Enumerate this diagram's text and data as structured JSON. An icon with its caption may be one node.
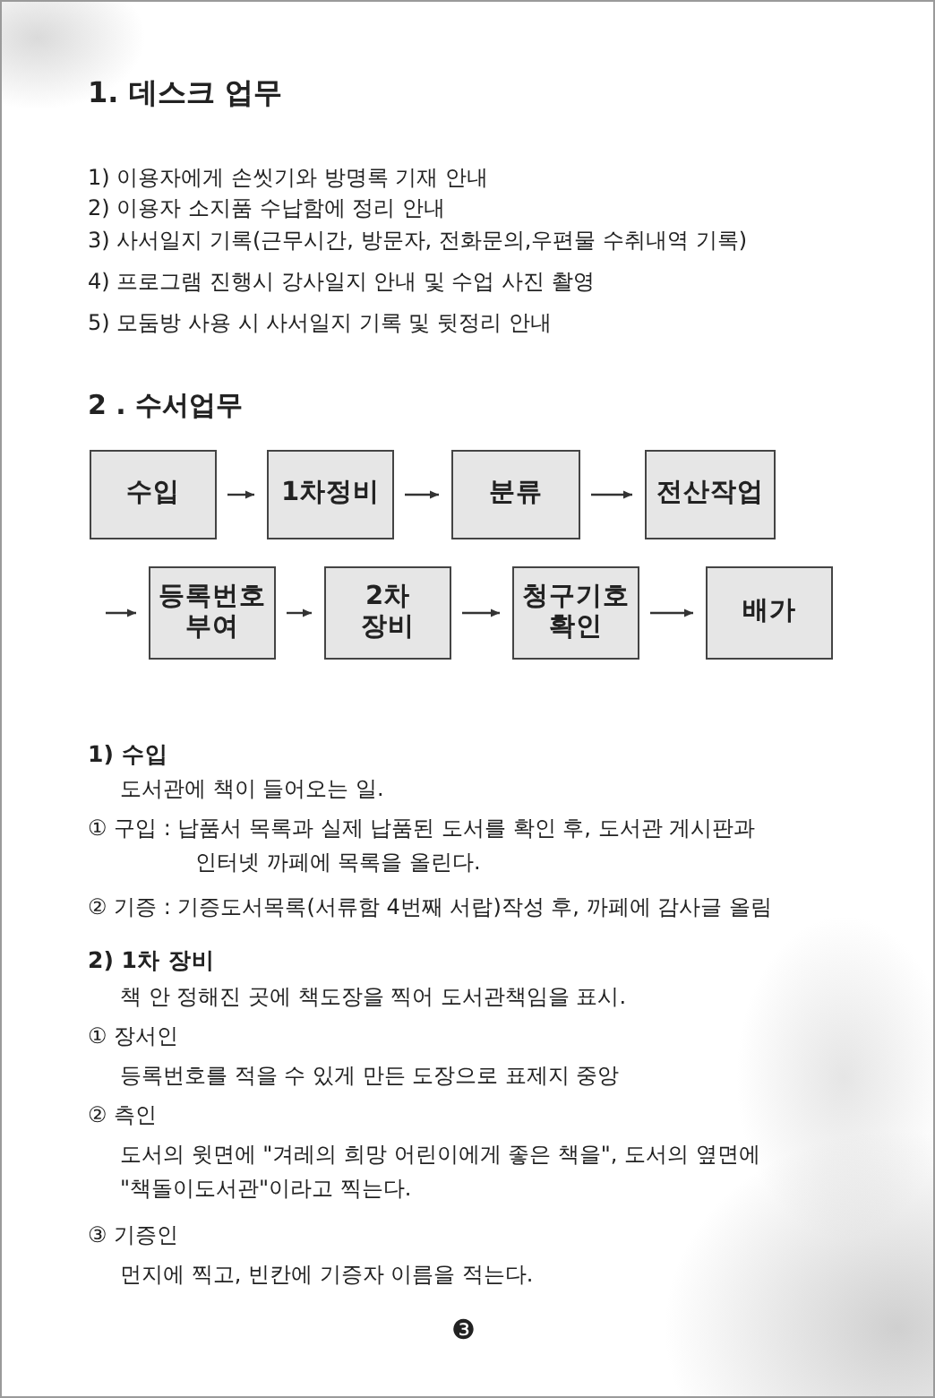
{
  "diagram": {
    "nodes": [
      {
        "text": [
          "수입"
        ]
      },
      {
        "text": [
          "1차정비"
        ]
      },
      {
        "text": [
          "분류"
        ]
      },
      {
        "text": [
          "전산작업"
        ]
      },
      {
        "text": [
          "등록번호 부여"
        ]
      },
      {
        "text": [
          "2차 장비"
        ]
      },
      {
        "text": [
          "청구기호 확인"
        ]
      },
      {
        "text": [
          "배가"
        ]
      }
    ],
    "edges": [
      {
        "from": 0,
        "to": 1,
        "arrow": "to"
      },
      {
        "from": 1,
        "to": 2,
        "arrow": "to"
      },
      {
        "from": 2,
        "to": 3,
        "arrow": "to"
      },
      {
        "from": null,
        "to": 4,
        "arrow": "to"
      },
      {
        "from": 4,
        "to": 5,
        "arrow": "to"
      },
      {
        "from": 5,
        "to": 6,
        "arrow": "to"
      },
      {
        "from": 6,
        "to": 7,
        "arrow": "to"
      }
    ],
    "labels": [
      "1. 데스크 업무",
      "1) 이용자에게 손씻기와 방명록 기재 안내",
      "2) 이용자 소지품 수납함에 정리 안내",
      "3) 사서일지 기록(근무시간, 방문자, 전화문의,우편물 수취내역 기록)",
      "4) 프로그램 진행시 강사일지 안내 및 수업 사진 촬영",
      "5) 모둠방 사용 시 사서일지 기록 및 뒷정리 안내",
      "2 . 수서업무",
      "1) 수입",
      "도서관에 책이 들어오는 일.",
      "① 구입 : 납품서 목록과 실제 납품된 도서를 확인 후, 도서관 게시판과 인터넷 까페에 목록을 올린다.",
      "② 기증 : 기증도서목록(서류함 4번째 서랍)작성 후, 까페에 감사글 올림",
      "2) 1차 장비",
      "책 안 정해진 곳에 책도장을 찍어 도서관책임을 표시.",
      "① 장서인",
      "등록번호를 적을 수 있게 만든 도장으로 표제지 중앙",
      "② 측인",
      "도서의 윗면에 \"겨레의 희망 어린이에게 좋은 책을\", 도서의 옆면에 \"책돌이도서관\"이라고 찍는다.",
      "③ 기증인",
      "먼지에 찍고, 빈칸에 기증자 이름을 적는다.",
      "❸"
    ]
  }
}
